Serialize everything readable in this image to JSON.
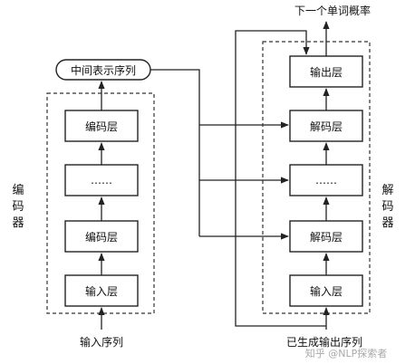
{
  "diagram": {
    "top_output_label": "下一个单词概率",
    "intermediate_label": "中间表示序列",
    "encoder": {
      "side_label_chars": [
        "编",
        "码",
        "器"
      ],
      "layers": [
        "编码层",
        "……",
        "编码层",
        "输入层"
      ],
      "input_label": "输入序列"
    },
    "decoder": {
      "side_label_chars": [
        "解",
        "码",
        "器"
      ],
      "layers": [
        "输出层",
        "解码层",
        "……",
        "解码层",
        "输入层"
      ],
      "input_label": "已生成输出序列"
    }
  },
  "watermark": "知乎 @NLP探索者"
}
